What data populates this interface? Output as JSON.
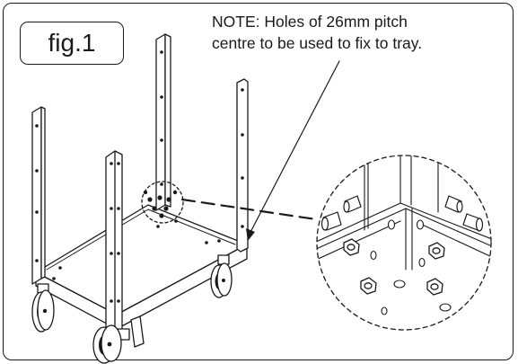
{
  "figure": {
    "label": "fig.1"
  },
  "note": {
    "line1": "NOTE: Holes of 26mm pitch",
    "line2": "centre to be used to fix to tray."
  },
  "colors": {
    "line": "#1a1a1a",
    "fill": "#ffffff",
    "hole": "#1a1a1a"
  }
}
